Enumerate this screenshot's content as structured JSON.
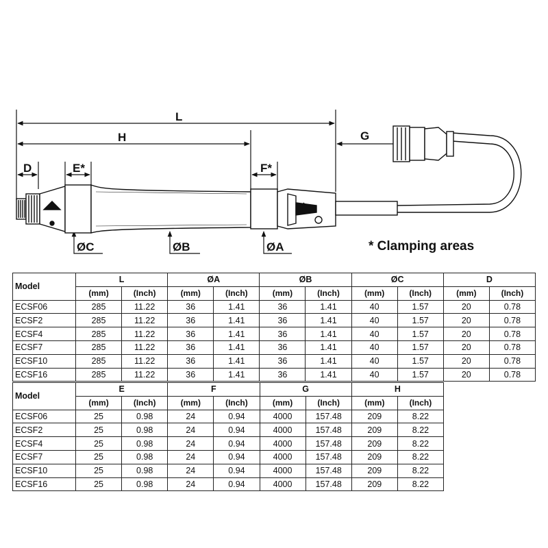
{
  "drawing": {
    "labels": {
      "L": "L",
      "H": "H",
      "D": "D",
      "E": "E*",
      "F": "F*",
      "G": "G",
      "C": "ØC",
      "B": "ØB",
      "A": "ØA"
    },
    "note": "* Clamping areas"
  },
  "table1": {
    "model_header": "Model",
    "groups": [
      "L",
      "ØA",
      "ØB",
      "ØC",
      "D"
    ],
    "units": [
      "(mm)",
      "(Inch)",
      "(mm)",
      "(Inch)",
      "(mm)",
      "(Inch)",
      "(mm)",
      "(Inch)",
      "(mm)",
      "(Inch)"
    ],
    "rows": [
      [
        "ECSF06",
        "285",
        "11.22",
        "36",
        "1.41",
        "36",
        "1.41",
        "40",
        "1.57",
        "20",
        "0.78"
      ],
      [
        "ECSF2",
        "285",
        "11.22",
        "36",
        "1.41",
        "36",
        "1.41",
        "40",
        "1.57",
        "20",
        "0.78"
      ],
      [
        "ECSF4",
        "285",
        "11.22",
        "36",
        "1.41",
        "36",
        "1.41",
        "40",
        "1.57",
        "20",
        "0.78"
      ],
      [
        "ECSF7",
        "285",
        "11.22",
        "36",
        "1.41",
        "36",
        "1.41",
        "40",
        "1.57",
        "20",
        "0.78"
      ],
      [
        "ECSF10",
        "285",
        "11.22",
        "36",
        "1.41",
        "36",
        "1.41",
        "40",
        "1.57",
        "20",
        "0.78"
      ],
      [
        "ECSF16",
        "285",
        "11.22",
        "36",
        "1.41",
        "36",
        "1.41",
        "40",
        "1.57",
        "20",
        "0.78"
      ]
    ]
  },
  "table2": {
    "model_header": "Model",
    "groups": [
      "E",
      "F",
      "G",
      "H"
    ],
    "units": [
      "(mm)",
      "(Inch)",
      "(mm)",
      "(Inch)",
      "(mm)",
      "(Inch)",
      "(mm)",
      "(Inch)"
    ],
    "rows": [
      [
        "ECSF06",
        "25",
        "0.98",
        "24",
        "0.94",
        "4000",
        "157.48",
        "209",
        "8.22"
      ],
      [
        "ECSF2",
        "25",
        "0.98",
        "24",
        "0.94",
        "4000",
        "157.48",
        "209",
        "8.22"
      ],
      [
        "ECSF4",
        "25",
        "0.98",
        "24",
        "0.94",
        "4000",
        "157.48",
        "209",
        "8.22"
      ],
      [
        "ECSF7",
        "25",
        "0.98",
        "24",
        "0.94",
        "4000",
        "157.48",
        "209",
        "8.22"
      ],
      [
        "ECSF10",
        "25",
        "0.98",
        "24",
        "0.94",
        "4000",
        "157.48",
        "209",
        "8.22"
      ],
      [
        "ECSF16",
        "25",
        "0.98",
        "24",
        "0.94",
        "4000",
        "157.48",
        "209",
        "8.22"
      ]
    ]
  }
}
